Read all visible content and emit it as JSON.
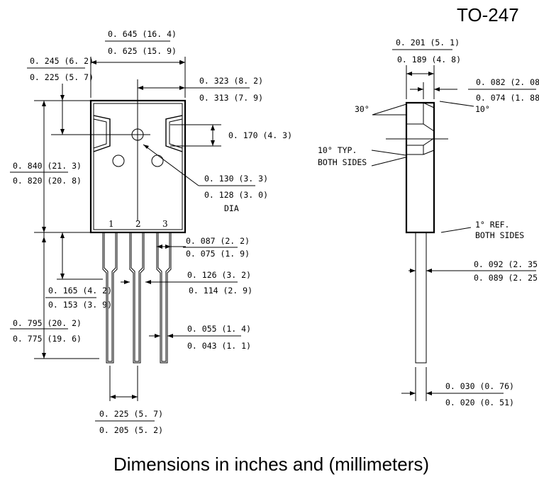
{
  "title": "TO-247",
  "caption": "Dimensions in inches and (millimeters)",
  "pins": [
    "1",
    "2",
    "3"
  ],
  "dimensions": {
    "overall_width": [
      "0. 645 (16. 4)",
      "0. 625 (15. 9)"
    ],
    "top_left_offset": [
      "0. 245 (6. 2)",
      "0. 225 (5. 7)"
    ],
    "hole_to_edge": [
      "0. 323 (8. 2)",
      "0. 313 (7. 9)"
    ],
    "hole_height": [
      "0. 170 (4. 3)"
    ],
    "hole_dia": [
      "0. 130 (3. 3)",
      "0. 128 (3. 0)",
      "DIA"
    ],
    "body_height": [
      "0. 840 (21. 3)",
      "0. 820 (20. 8)"
    ],
    "lead_shoulder_width": [
      "0. 087 (2. 2)",
      "0. 075 (1. 9)"
    ],
    "lead_width": [
      "0. 126 (3. 2)",
      "0. 114 (2. 9)"
    ],
    "shoulder_length": [
      "0. 165 (4. 2)",
      "0. 153 (3. 9)"
    ],
    "lead_length": [
      "0. 795 (20. 2)",
      "0. 775 (19. 6)"
    ],
    "lead_thickness_front": [
      "0. 055 (1. 4)",
      "0. 043 (1. 1)"
    ],
    "pin_pitch": [
      "0. 225 (5. 7)",
      "0. 205 (5. 2)"
    ],
    "side_thickness": [
      "0. 201 (5. 1)",
      "0. 189 (4. 8)"
    ],
    "tab_thickness": [
      "0. 082 (2. 08)",
      "0. 074 (1. 88)"
    ],
    "angle_30": [
      "30°"
    ],
    "angle_10": [
      "10°"
    ],
    "taper_typ": [
      "10° TYP.",
      "BOTH SIDES"
    ],
    "ref_angle": [
      "1° REF.",
      "BOTH SIDES"
    ],
    "side_lead_width": [
      "0. 092 (2. 35)",
      "0. 089 (2. 25)"
    ],
    "side_lead_thickness": [
      "0. 030 (0. 76)",
      "0. 020 (0. 51)"
    ]
  }
}
